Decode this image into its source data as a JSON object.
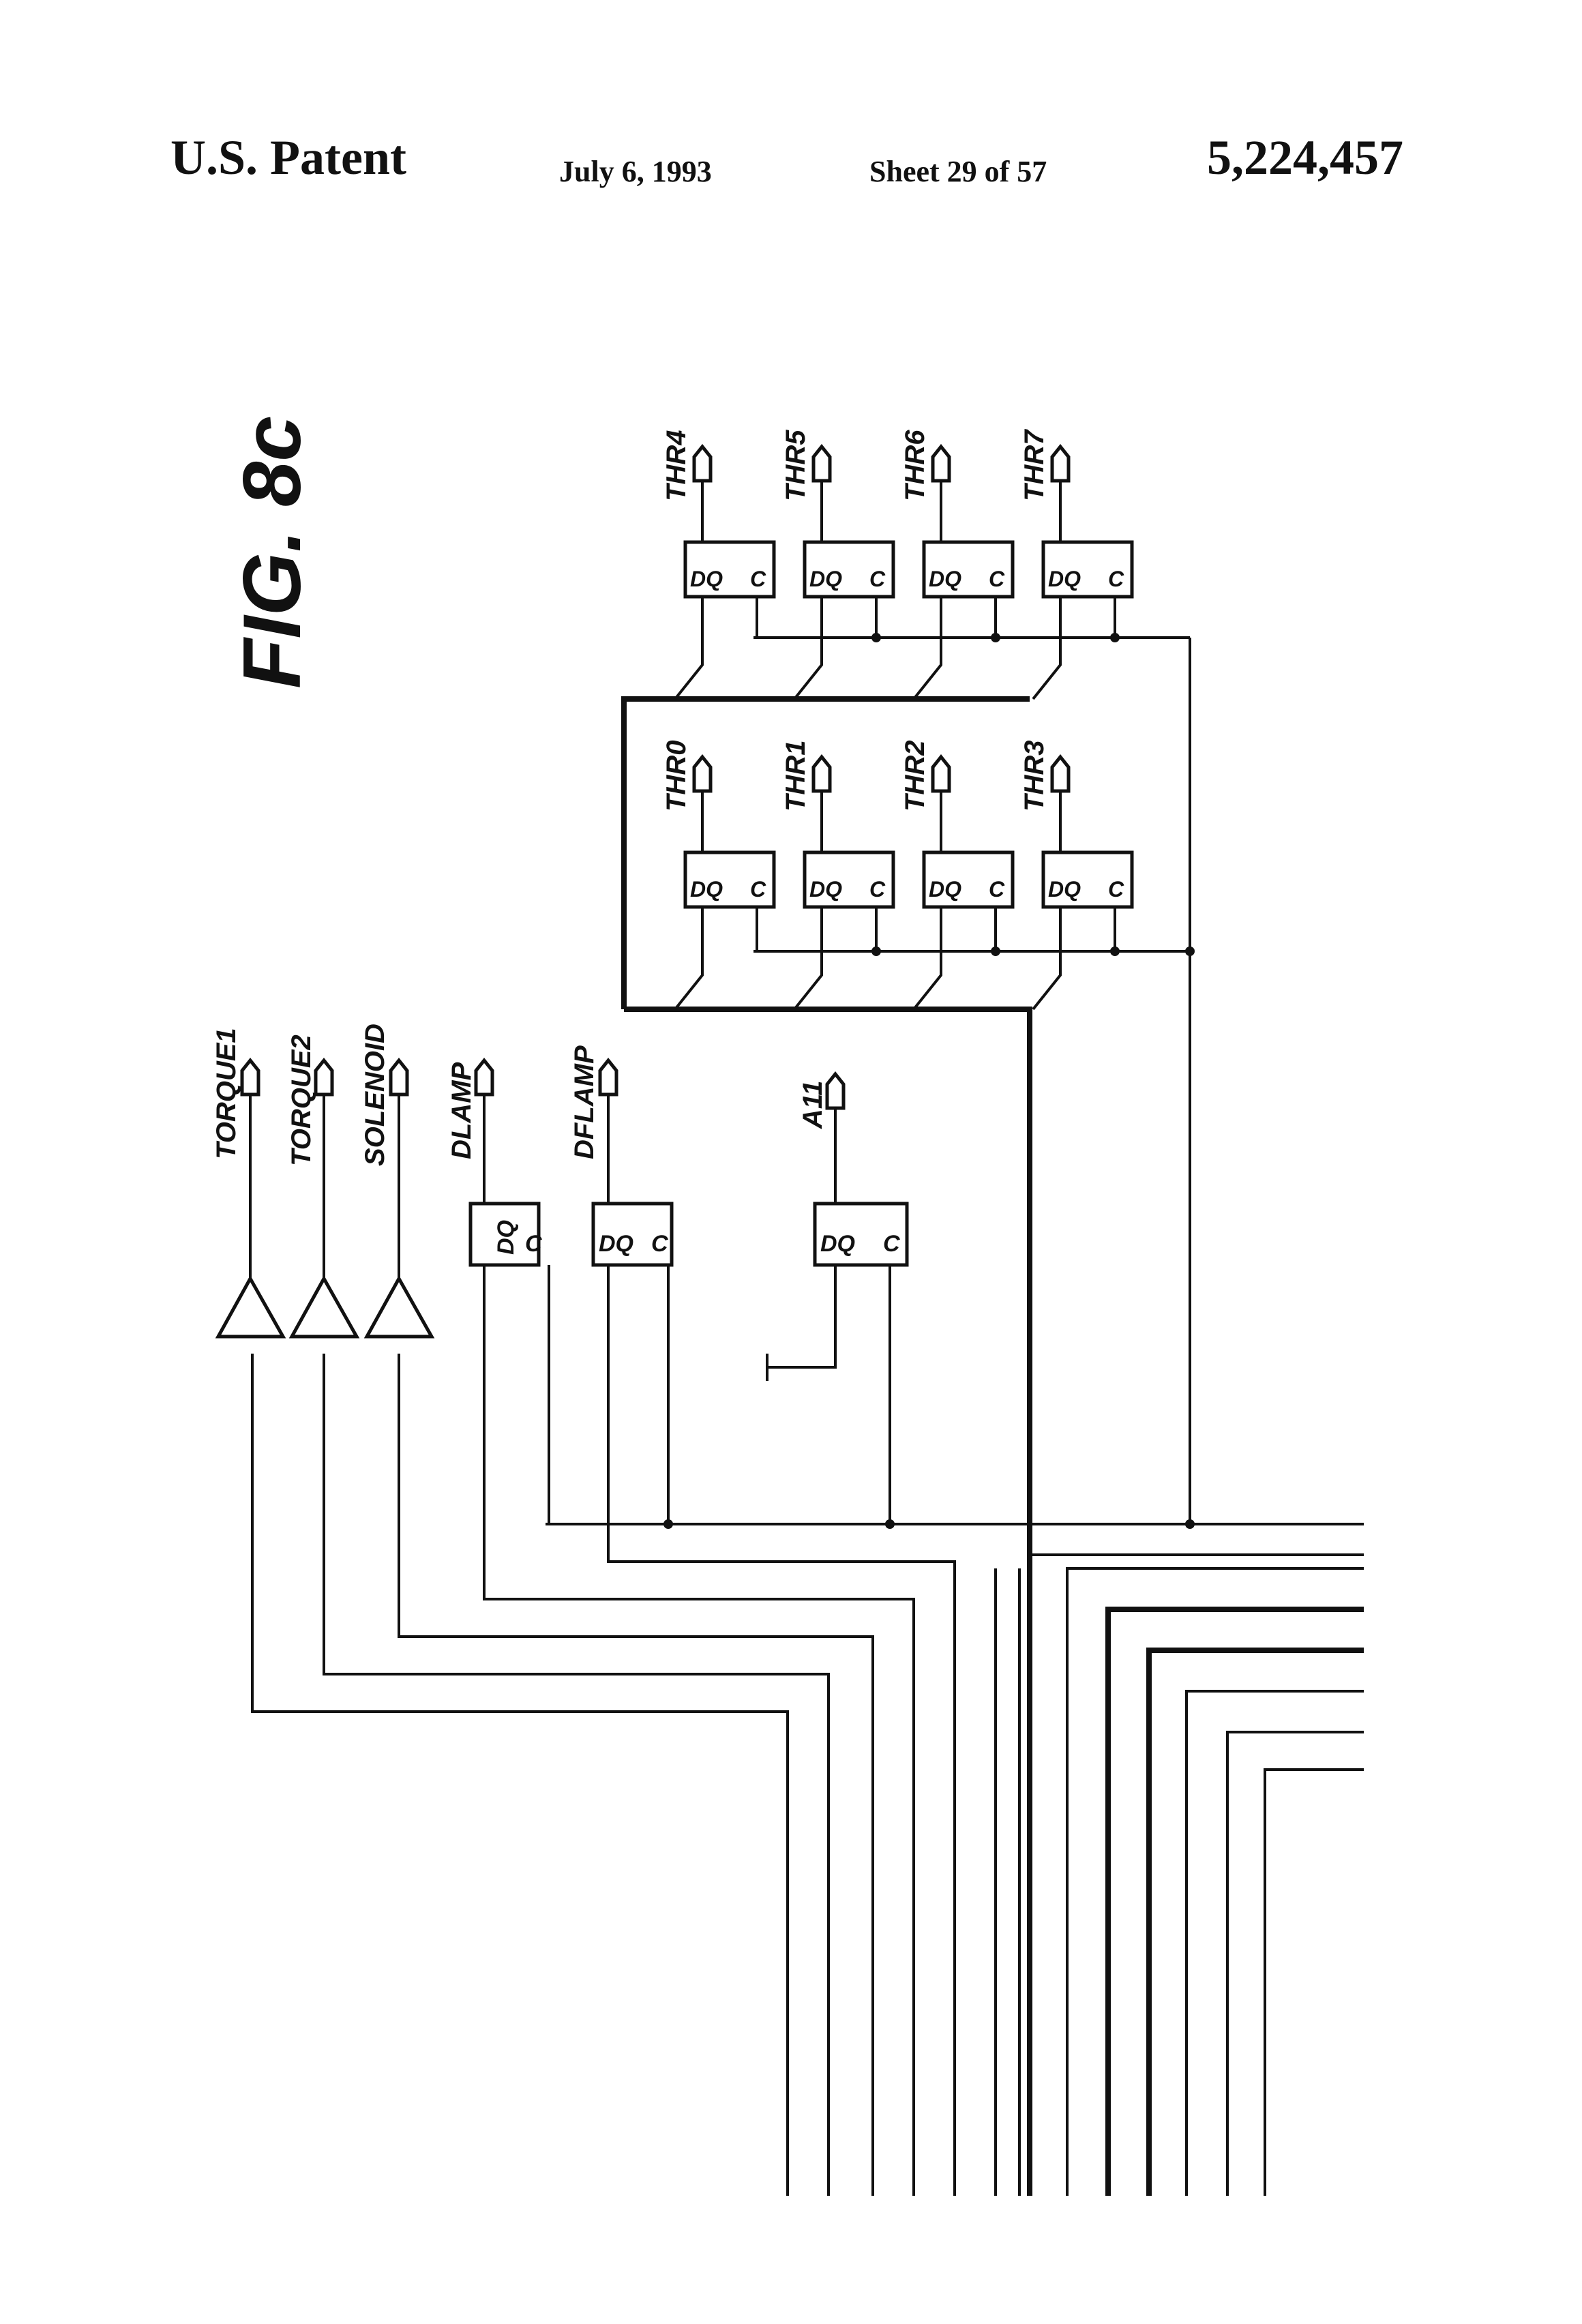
{
  "header": {
    "publication": "U.S. Patent",
    "date": "July 6, 1993",
    "sheet": "Sheet 29 of 57",
    "patent_number": "5,224,457"
  },
  "figure": {
    "title": "FIG. 8c"
  },
  "diagram": {
    "buffers": [
      {
        "output": "TORQUE1"
      },
      {
        "output": "TORQUE2"
      },
      {
        "output": "SOLENOID"
      }
    ],
    "latches": [
      {
        "output": "DLAMP",
        "pins": [
          "D",
          "Q",
          "C"
        ]
      },
      {
        "output": "DFLAMP",
        "pins": [
          "D",
          "Q",
          "C"
        ]
      },
      {
        "output": "A11",
        "pins": [
          "D",
          "Q",
          "C"
        ]
      },
      {
        "output": "THR0",
        "pins": [
          "D",
          "Q",
          "C"
        ]
      },
      {
        "output": "THR1",
        "pins": [
          "D",
          "Q",
          "C"
        ]
      },
      {
        "output": "THR2",
        "pins": [
          "D",
          "Q",
          "C"
        ]
      },
      {
        "output": "THR3",
        "pins": [
          "D",
          "Q",
          "C"
        ]
      },
      {
        "output": "THR4",
        "pins": [
          "D",
          "Q",
          "C"
        ]
      },
      {
        "output": "THR5",
        "pins": [
          "D",
          "Q",
          "C"
        ]
      },
      {
        "output": "THR6",
        "pins": [
          "D",
          "Q",
          "C"
        ]
      },
      {
        "output": "THR7",
        "pins": [
          "D",
          "Q",
          "C"
        ]
      }
    ]
  }
}
